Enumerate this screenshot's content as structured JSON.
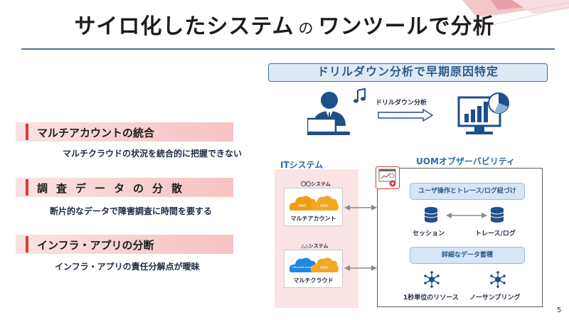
{
  "slide": {
    "title_part1": "サイロ化したシステム",
    "title_connector": "の",
    "title_part2": "ワンツールで分析",
    "page_number": "5"
  },
  "problems": [
    {
      "label": "マルチアカウントの統合",
      "desc": "マルチクラウドの状況を統合的に把握できない"
    },
    {
      "label": "調査データの分散",
      "desc": "断片的なデータで障害調査に時間を要する"
    },
    {
      "label": "インフラ・アプリの分断",
      "desc": "インフラ・アプリの責任分解点が曖昧"
    }
  ],
  "diagram": {
    "banner": "ドリルダウン分析で早期原因特定",
    "drill_label": "ドリルダウン分析",
    "it_title": "ITシステム",
    "uom_title": "UOMオブザーバビリティ",
    "systems": [
      {
        "label": "〇〇システム",
        "cloud_a": "AWS",
        "cloud_b": "AWS",
        "name": "マルチアカウント"
      },
      {
        "label": "△△システム",
        "cloud_a": "Microsoft Azure",
        "cloud_b": "AWS",
        "name": "マルチクラウド"
      }
    ],
    "uom": {
      "pill_top": "ユーザ操作とトレース/ログ紐づけ",
      "db_left": "セッション",
      "db_right": "トレース/ログ",
      "pill_bottom": "詳細なデータ蓄積",
      "bottom_left": "1秒単位のリソース",
      "bottom_right": "ノーサンプリング"
    }
  },
  "colors": {
    "title_rule": "#4f6f8f",
    "accent_red": "#d93a3a",
    "accent_blue": "#2e6aa8",
    "navy": "#1f4e8c",
    "aws_orange": "#f39c12",
    "azure_blue": "#1e88e5"
  }
}
